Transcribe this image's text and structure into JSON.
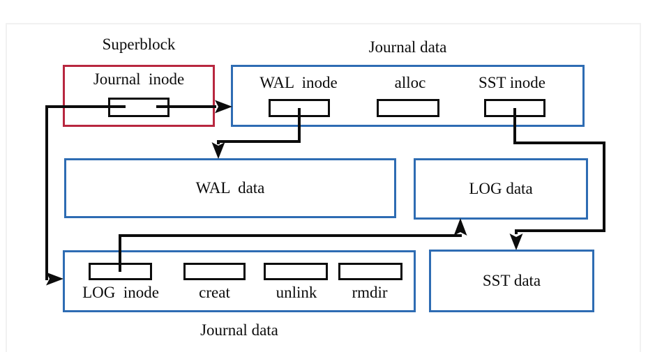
{
  "superblock": {
    "title": "Superblock",
    "field": "Journal  inode"
  },
  "journal_top": {
    "title": "Journal data",
    "fields": [
      "WAL  inode",
      "alloc",
      "SST inode"
    ]
  },
  "wal_data": {
    "label": "WAL  data"
  },
  "log_data": {
    "label": "LOG data"
  },
  "sst_data": {
    "label": "SST data"
  },
  "journal_bottom": {
    "title": "Journal data",
    "fields": [
      "LOG  inode",
      "creat",
      "unlink",
      "rmdir"
    ]
  },
  "edges": [
    {
      "from": "journal-inode",
      "to": "journal-data-top"
    },
    {
      "from": "journal-inode",
      "to": "journal-data-bottom"
    },
    {
      "from": "wal-inode",
      "to": "wal-data"
    },
    {
      "from": "sst-inode",
      "to": "sst-data"
    },
    {
      "from": "log-inode",
      "to": "log-data"
    }
  ],
  "colors": {
    "red_border": "#b8273f",
    "blue_border": "#2e6cb3",
    "line": "#0c0c0c",
    "frame": "#f1f1f1"
  }
}
